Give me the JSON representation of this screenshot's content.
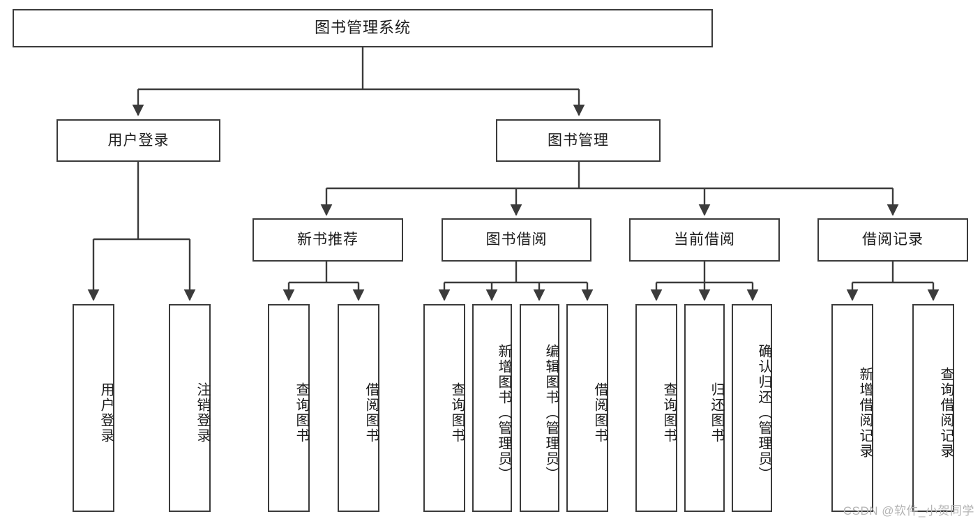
{
  "diagram": {
    "title": "图书管理系统",
    "type": "functional-structure-tree",
    "watermark": "CSDN @软件_小贺同学",
    "colors": {
      "stroke": "#3b3b3b",
      "fill": "#ffffff",
      "text": "#1b1b1b",
      "watermark": "#b4b4b4"
    },
    "levels": {
      "root": {
        "label": "图书管理系统"
      },
      "level2": [
        {
          "label": "用户登录"
        },
        {
          "label": "图书管理"
        }
      ],
      "level3": [
        {
          "label": "新书推荐"
        },
        {
          "label": "图书借阅"
        },
        {
          "label": "当前借阅"
        },
        {
          "label": "借阅记录"
        }
      ],
      "leaves": {
        "user_login": [
          {
            "label": "用户登录"
          },
          {
            "label": "注销登录"
          }
        ],
        "new_book_recommend": [
          {
            "label": "查询图书"
          },
          {
            "label": "借阅图书"
          }
        ],
        "book_borrow": [
          {
            "label": "查询图书"
          },
          {
            "label": "新增图书（管理员）"
          },
          {
            "label": "编辑图书（管理员）"
          },
          {
            "label": "借阅图书"
          }
        ],
        "current_borrow": [
          {
            "label": "查询图书"
          },
          {
            "label": "归还图书"
          },
          {
            "label": "确认归还（管理员）"
          }
        ],
        "borrow_records": [
          {
            "label": "新增借阅记录"
          },
          {
            "label": "查询借阅记录"
          }
        ]
      }
    }
  }
}
